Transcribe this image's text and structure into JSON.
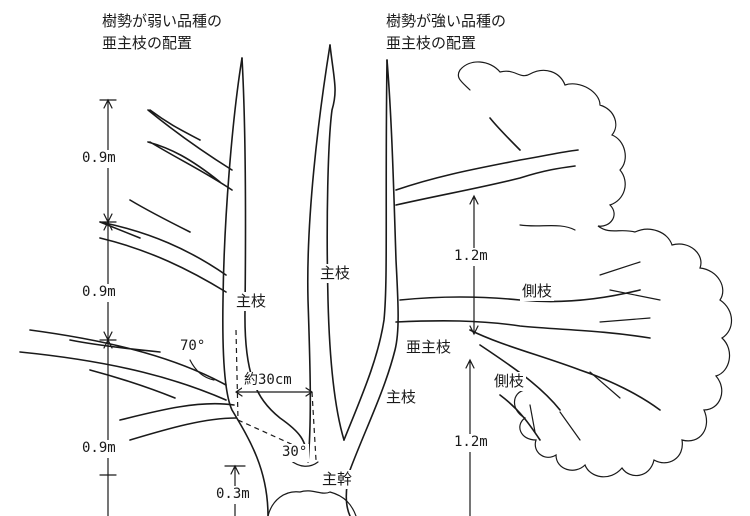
{
  "titles": {
    "weak_line1": "樹勢が弱い品種の",
    "weak_line2": "亜主枝の配置",
    "strong_line1": "樹勢が強い品種の",
    "strong_line2": "亜主枝の配置"
  },
  "left_measurements": {
    "spacing_top": "0.9m",
    "spacing_mid": "0.9m",
    "spacing_bottom": "0.9m",
    "base_height": "0.3m"
  },
  "right_measurements": {
    "spacing_upper": "1.2m",
    "spacing_lower": "1.2m"
  },
  "angles": {
    "branch_angle": "70°",
    "fork_angle": "30°"
  },
  "distance_label": "約30cm",
  "labels": {
    "main_branch_left": "主枝",
    "main_branch_center": "主枝",
    "main_branch_right": "主枝",
    "trunk": "主幹",
    "sub_main_branch": "亜主枝",
    "side_branch_upper": "側枝",
    "side_branch_lower": "側枝"
  }
}
